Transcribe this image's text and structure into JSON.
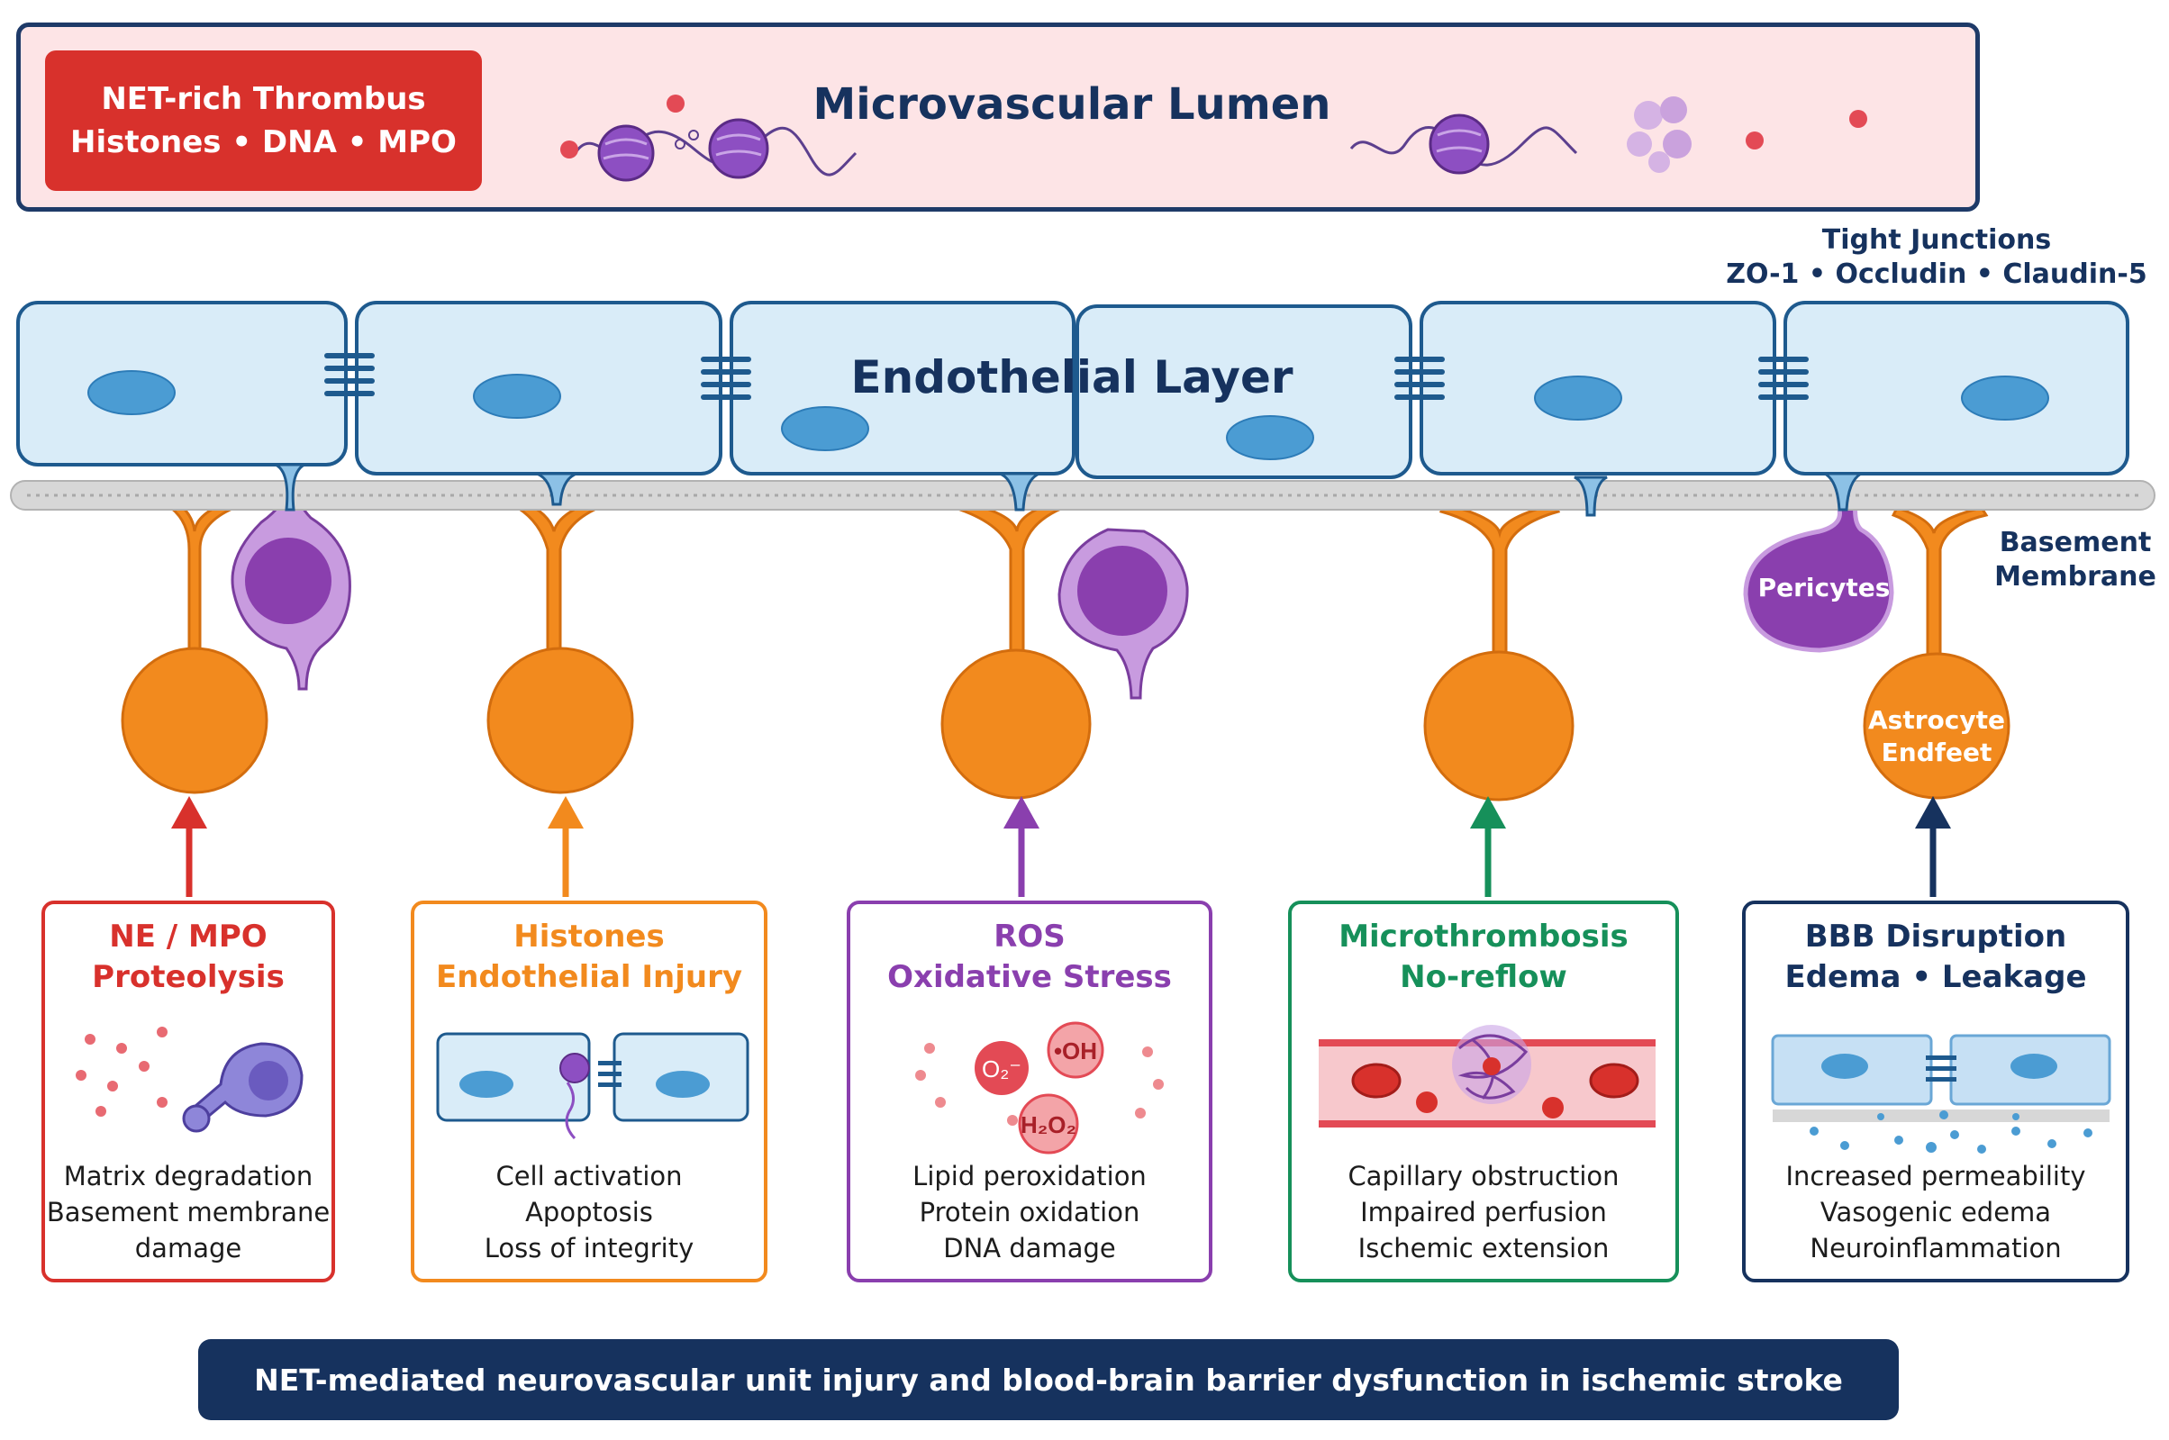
{
  "lumen": {
    "title": "Microvascular Lumen",
    "net_badge_line1": "NET-rich Thrombus",
    "net_badge_line2": "Histones • DNA • MPO"
  },
  "tight_junctions": {
    "line1": "Tight Junctions",
    "line2": "ZO-1 • Occludin • Claudin-5"
  },
  "endothelial_layer": "Endothelial Layer",
  "basement_membrane": {
    "line1": "Basement",
    "line2": "Membrane"
  },
  "pericytes": "Pericytes",
  "astrocyte": {
    "line1": "Astrocyte",
    "line2": "Endfeet"
  },
  "colors": {
    "red": "#d8312c",
    "orange": "#f28a1e",
    "purple": "#8a3fae",
    "green": "#16905a",
    "navy": "#16325e",
    "endothelium": "#d9ecf8",
    "lumen_bg": "#fde4e6"
  },
  "mechanisms": [
    {
      "title1": "NE / MPO",
      "title2": "Proteolysis",
      "desc": [
        "Matrix degradation",
        "Basement membrane",
        "damage"
      ]
    },
    {
      "title1": "Histones",
      "title2": "Endothelial Injury",
      "desc": [
        "Cell activation",
        "Apoptosis",
        "Loss of integrity"
      ]
    },
    {
      "title1": "ROS",
      "title2": "Oxidative Stress",
      "desc": [
        "Lipid peroxidation",
        "Protein oxidation",
        "DNA damage"
      ],
      "molecules": [
        "O₂⁻",
        "•OH",
        "H₂O₂"
      ]
    },
    {
      "title1": "Microthrombosis",
      "title2": "No-reflow",
      "desc": [
        "Capillary obstruction",
        "Impaired perfusion",
        "Ischemic extension"
      ]
    },
    {
      "title1": "BBB Disruption",
      "title2": "Edema • Leakage",
      "desc": [
        "Increased permeability",
        "Vasogenic edema",
        "Neuroinflammation"
      ]
    }
  ],
  "footer": "NET-mediated neurovascular unit injury and blood-brain barrier dysfunction in ischemic stroke"
}
